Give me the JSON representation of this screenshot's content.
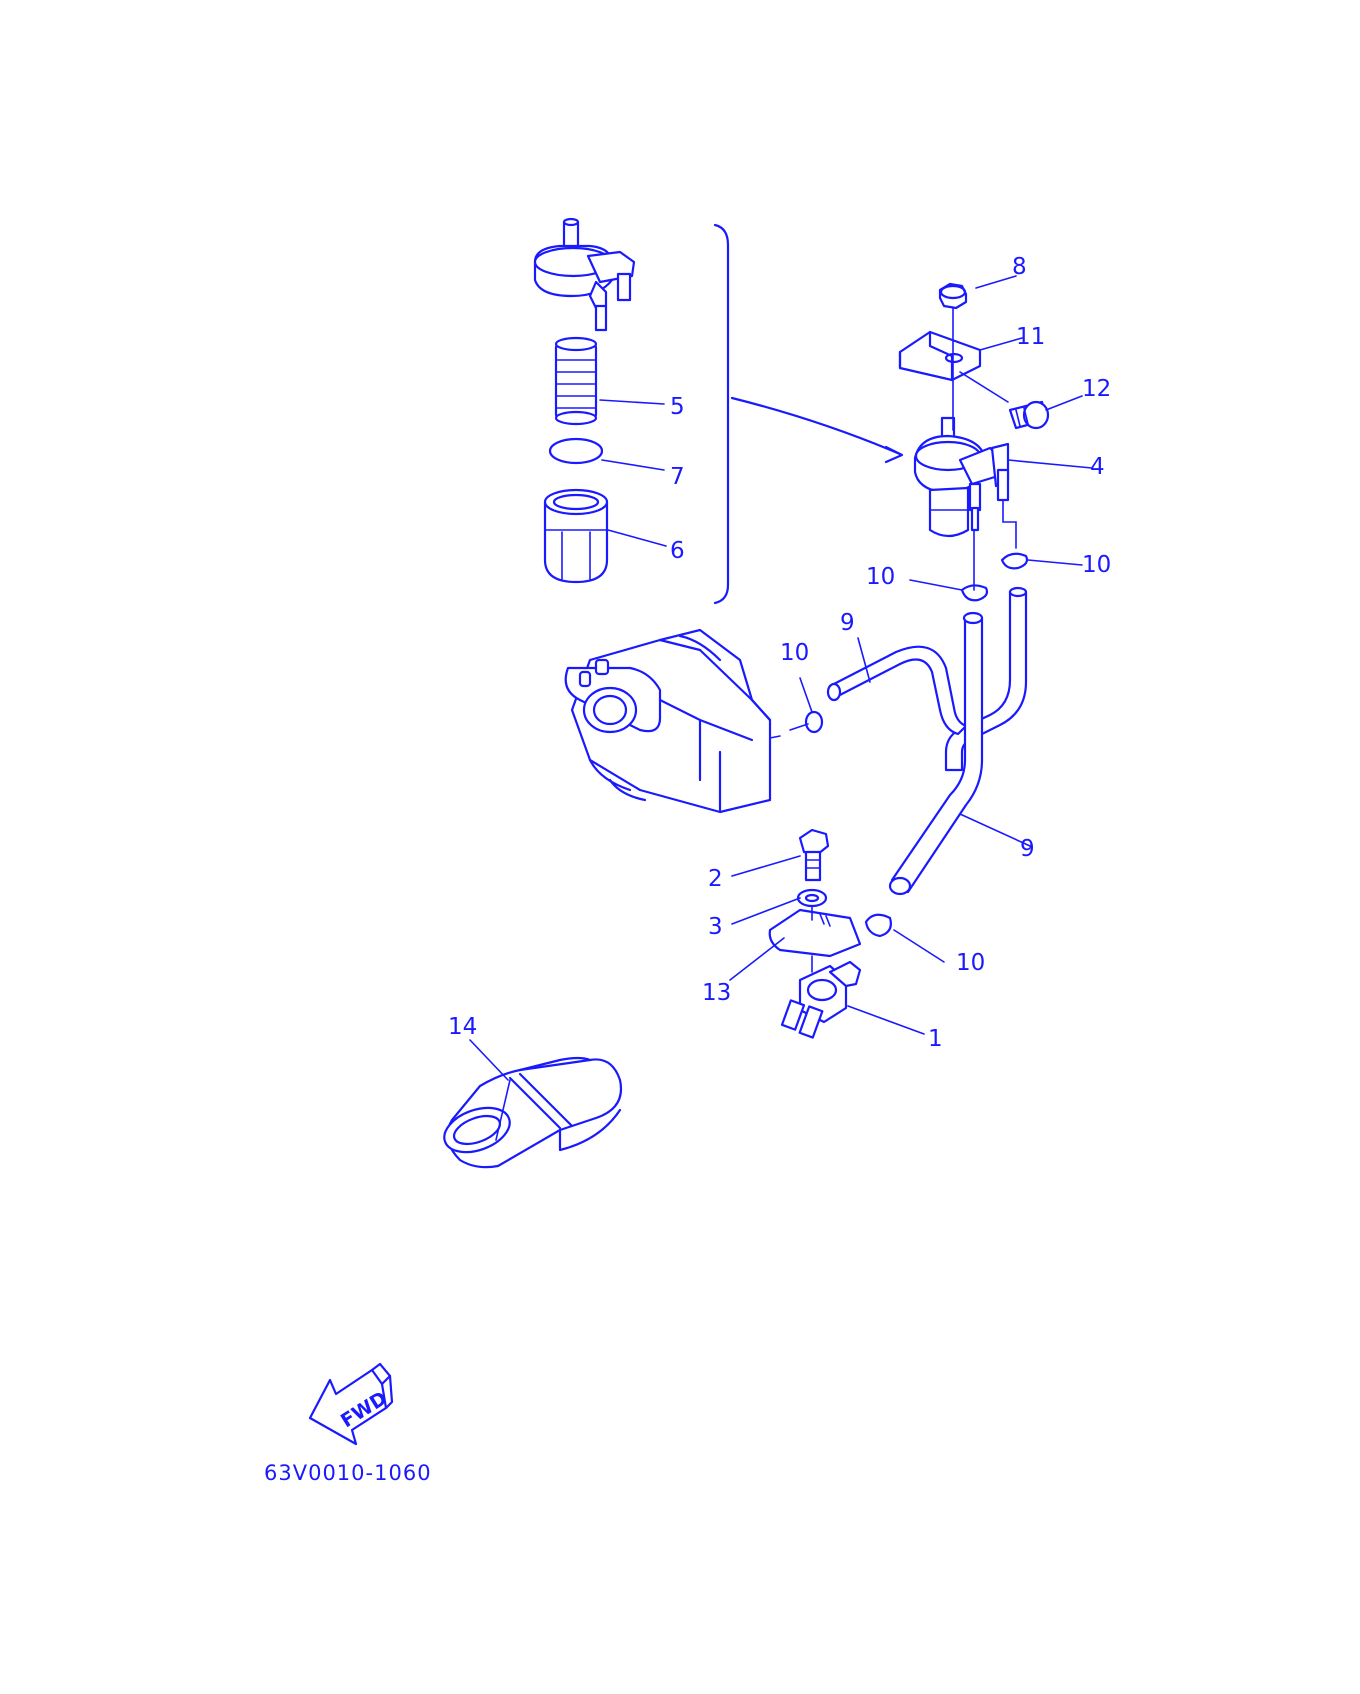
{
  "accent_color": "#1a1aff",
  "diagram_code": "63V0010-1060",
  "fwd_label": "FWD",
  "callouts": {
    "c1": "1",
    "c2": "2",
    "c3": "3",
    "c4": "4",
    "c5": "5",
    "c6": "6",
    "c7": "7",
    "c8": "8",
    "c9a": "9",
    "c9b": "9",
    "c10a": "10",
    "c10b": "10",
    "c10c": "10",
    "c10d": "10",
    "c11": "11",
    "c12": "12",
    "c13": "13",
    "c14": "14"
  }
}
